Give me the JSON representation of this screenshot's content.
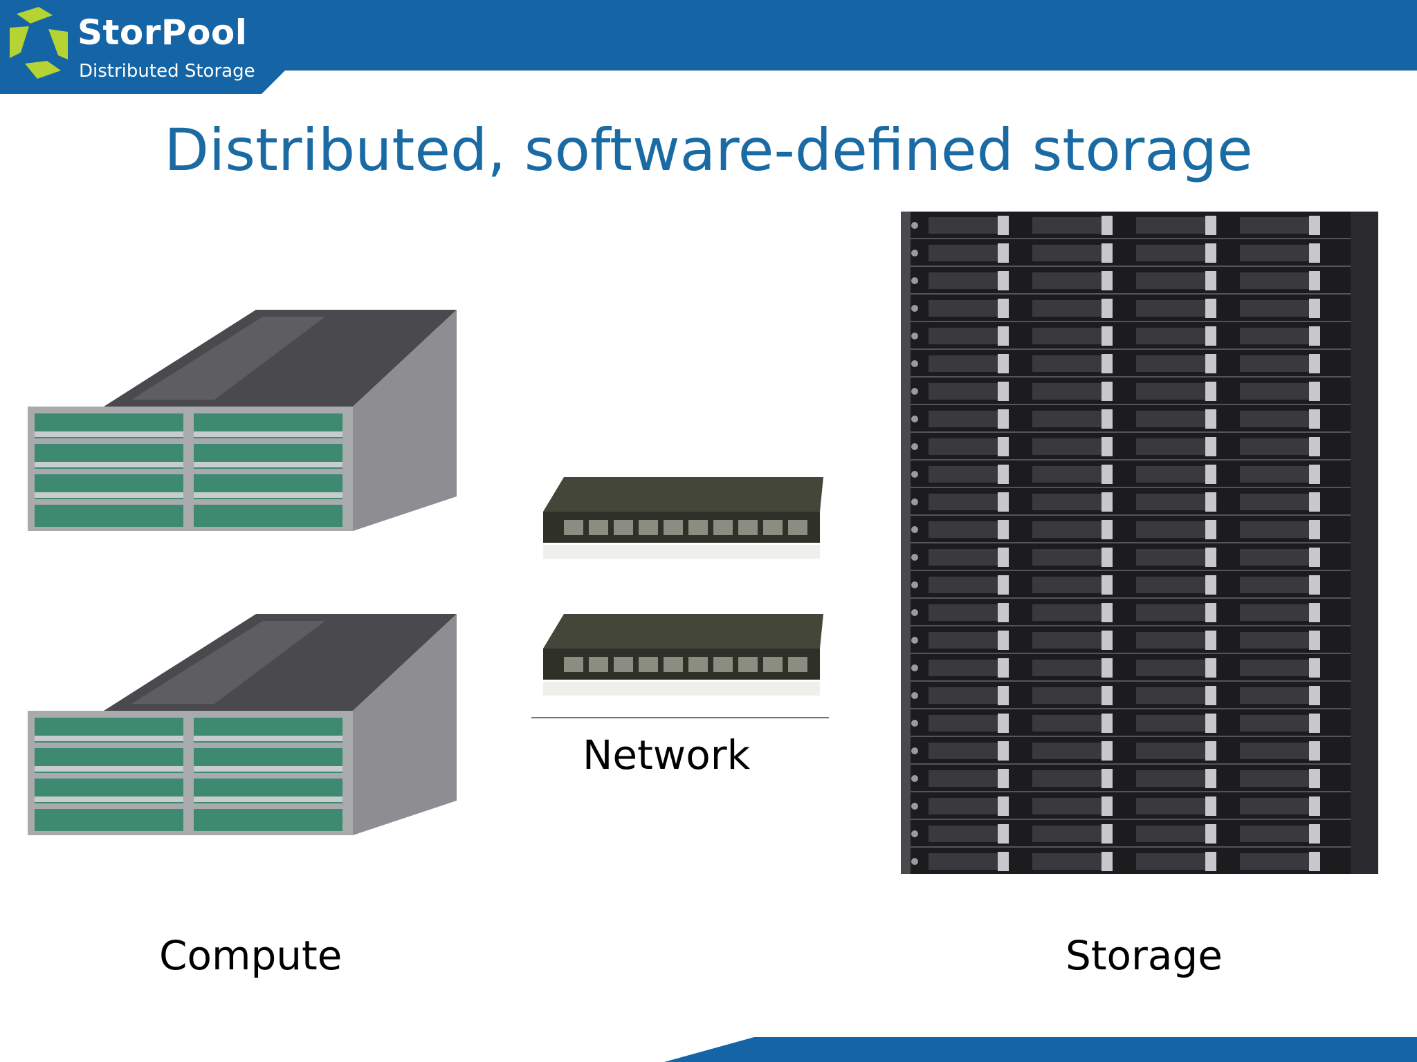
{
  "brand": {
    "name": "StorPool",
    "tagline": "Distributed Storage",
    "colors": {
      "primary": "#1565a6",
      "logo_green": "#b6d334",
      "title": "#1a6aa3"
    }
  },
  "slide": {
    "title": "Distributed, software-defined storage"
  },
  "sections": {
    "compute": {
      "label": "Compute",
      "image": "compute-server-chassis"
    },
    "network": {
      "label": "Network",
      "image": "network-switch"
    },
    "storage": {
      "label": "Storage",
      "image": "storage-server-rack"
    }
  }
}
